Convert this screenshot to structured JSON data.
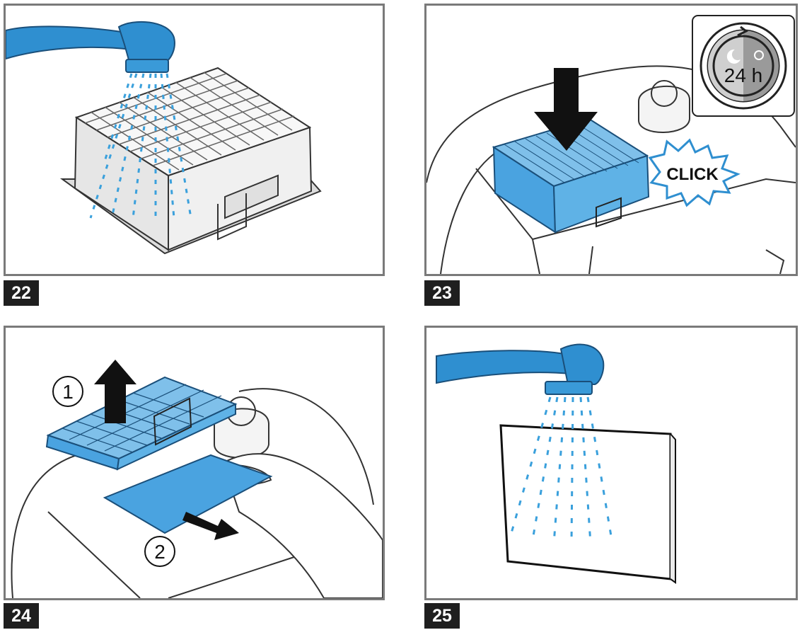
{
  "steps": [
    {
      "number": "22",
      "description": "faucet-rinsing-hepa-filter"
    },
    {
      "number": "23",
      "description": "insert-filter-click"
    },
    {
      "number": "24",
      "description": "remove-filter-and-pad"
    },
    {
      "number": "25",
      "description": "rinse-filter-pad"
    }
  ],
  "step23": {
    "click_label": "CLICK",
    "dry_time_label": "24 h"
  },
  "step24": {
    "marker_1": "1",
    "marker_2": "2"
  },
  "colors": {
    "accent_blue": "#2f8fd0",
    "filter_blue": "#4aa3e0",
    "frame_gray": "#7a7a7a",
    "badge_bg": "#1f1f1f"
  }
}
